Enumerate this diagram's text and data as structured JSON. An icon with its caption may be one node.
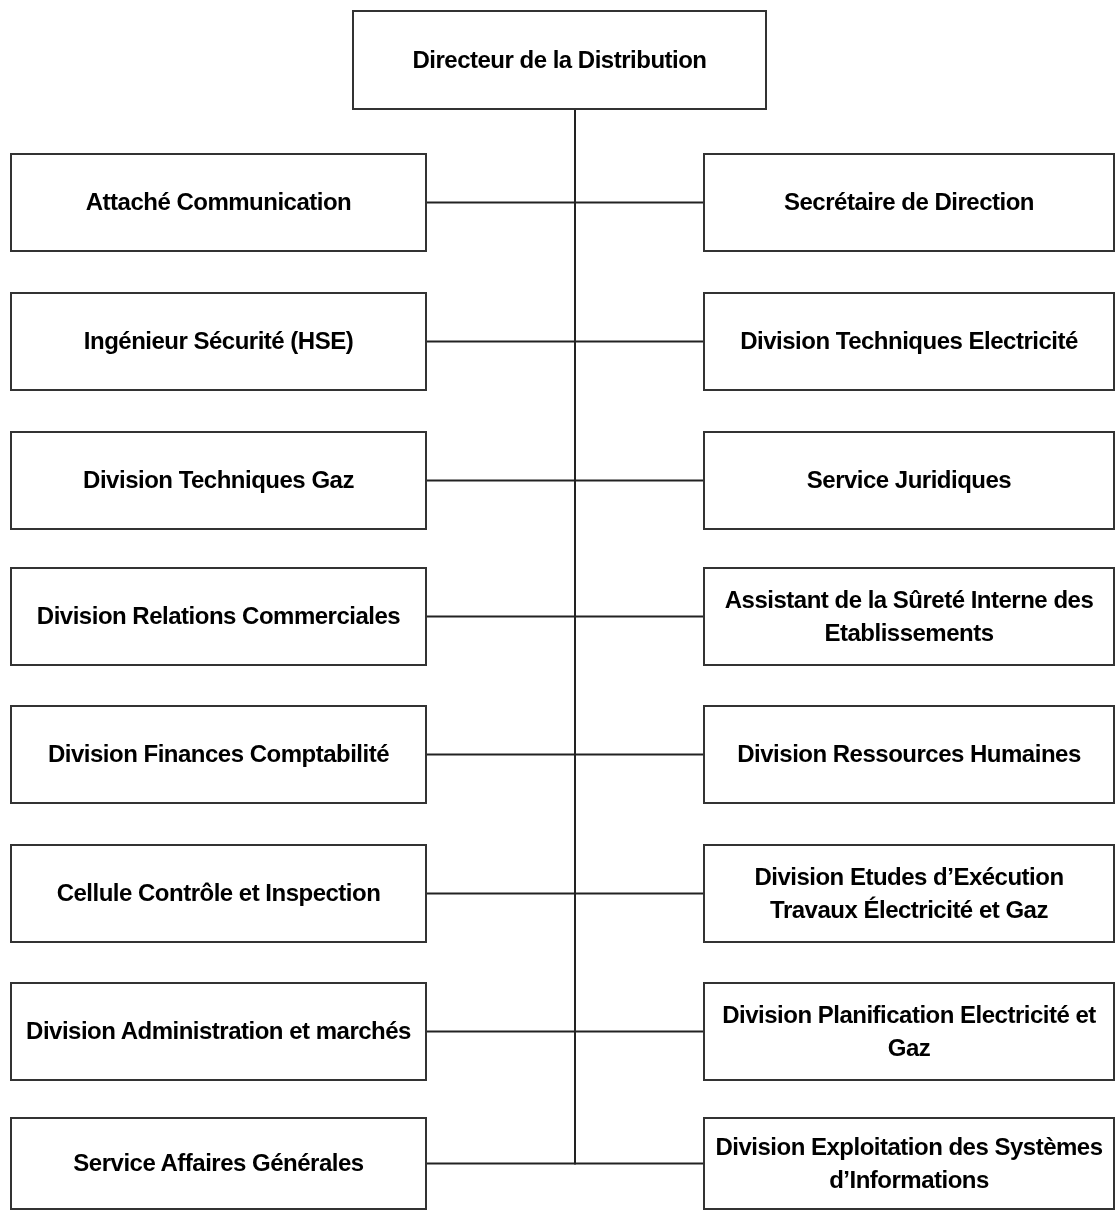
{
  "diagram": {
    "nodes": [
      {
        "text": [
          "Directeur de la Distribution"
        ]
      },
      {
        "text": [
          "Attaché Communication"
        ]
      },
      {
        "text": [
          "Secrétaire de Direction"
        ]
      },
      {
        "text": [
          "Ingénieur Sécurité (HSE)"
        ]
      },
      {
        "text": [
          "Division Techniques Electricité"
        ]
      },
      {
        "text": [
          "Division Techniques Gaz"
        ]
      },
      {
        "text": [
          "Service Juridiques"
        ]
      },
      {
        "text": [
          "Division Relations Commerciales"
        ]
      },
      {
        "text": [
          "Assistant de la Sûreté Interne des Etablissements"
        ]
      },
      {
        "text": [
          "Division Finances Comptabilité"
        ]
      },
      {
        "text": [
          "Division Ressources Humaines"
        ]
      },
      {
        "text": [
          "Cellule Contrôle et Inspection"
        ]
      },
      {
        "text": [
          "Division Etudes d’Exécution Travaux Électricité et Gaz"
        ]
      },
      {
        "text": [
          "Division Administration et marchés"
        ]
      },
      {
        "text": [
          "Division Planification Electricité et Gaz"
        ]
      },
      {
        "text": [
          "Service Affaires Générales"
        ]
      },
      {
        "text": [
          "Division Exploitation des Systèmes d’Informations"
        ]
      }
    ],
    "edges": [
      {
        "from": 0,
        "to": 1,
        "arrow": "none"
      },
      {
        "from": 0,
        "to": 2,
        "arrow": "none"
      },
      {
        "from": 0,
        "to": 3,
        "arrow": "none"
      },
      {
        "from": 0,
        "to": 4,
        "arrow": "none"
      },
      {
        "from": 0,
        "to": 5,
        "arrow": "none"
      },
      {
        "from": 0,
        "to": 6,
        "arrow": "none"
      },
      {
        "from": 0,
        "to": 7,
        "arrow": "none"
      },
      {
        "from": 0,
        "to": 8,
        "arrow": "none"
      },
      {
        "from": 0,
        "to": 9,
        "arrow": "none"
      },
      {
        "from": 0,
        "to": 10,
        "arrow": "none"
      },
      {
        "from": 0,
        "to": 11,
        "arrow": "none"
      },
      {
        "from": 0,
        "to": 12,
        "arrow": "none"
      },
      {
        "from": 0,
        "to": 13,
        "arrow": "none"
      },
      {
        "from": 0,
        "to": 14,
        "arrow": "none"
      },
      {
        "from": 0,
        "to": 15,
        "arrow": "none"
      },
      {
        "from": 0,
        "to": 16,
        "arrow": "none"
      }
    ]
  }
}
